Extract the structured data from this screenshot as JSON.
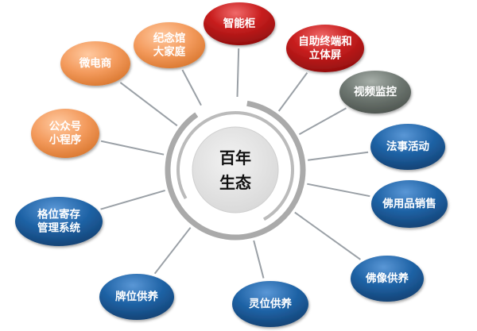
{
  "hub": {
    "lines": [
      "百年",
      "生态"
    ]
  },
  "colors": {
    "orange": "#F39A5C",
    "red": "#C81E1E",
    "gray": "#6E7771",
    "blue": "#1F63A6",
    "connector": "#9AA0A6",
    "ring_outer": "#AAAAAA",
    "ring_inner": "#BBBBBB",
    "hub_fill": "#E5E5E5"
  },
  "nodes": [
    {
      "id": "smart-cabinet",
      "lines": [
        "智能柜"
      ],
      "color": "red"
    },
    {
      "id": "self-service-terminal",
      "lines": [
        "自助终端和",
        "立体屏"
      ],
      "color": "red"
    },
    {
      "id": "video-monitoring",
      "lines": [
        "视频监控"
      ],
      "color": "gray"
    },
    {
      "id": "dharma-event",
      "lines": [
        "法事活动"
      ],
      "color": "blue"
    },
    {
      "id": "buddhist-goods-sales",
      "lines": [
        "佛用品销售"
      ],
      "color": "blue"
    },
    {
      "id": "buddha-statue-offering",
      "lines": [
        "佛像供养"
      ],
      "color": "blue"
    },
    {
      "id": "spirit-tablet-offering",
      "lines": [
        "灵位供养"
      ],
      "color": "blue"
    },
    {
      "id": "memorial-tablet-offering",
      "lines": [
        "牌位供养"
      ],
      "color": "blue"
    },
    {
      "id": "storage-management-system",
      "lines": [
        "格位寄存",
        "管理系统"
      ],
      "color": "blue"
    },
    {
      "id": "official-account-miniapp",
      "lines": [
        "公众号",
        "小程序"
      ],
      "color": "orange"
    },
    {
      "id": "weibo-shop",
      "lines": [
        "微电商"
      ],
      "color": "orange"
    },
    {
      "id": "memorial-hall-family",
      "lines": [
        "纪念馆",
        "大家庭"
      ],
      "color": "orange"
    }
  ]
}
